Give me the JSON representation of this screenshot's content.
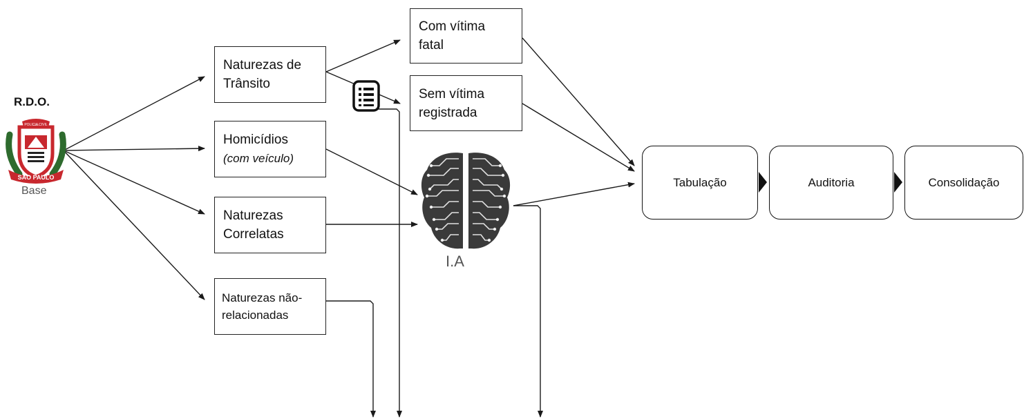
{
  "source": {
    "title": "R.D.O.",
    "caption": "Base",
    "emblem_text": [
      "POLICIA CIVIL",
      "SÃO PAULO"
    ]
  },
  "categories": {
    "transito": [
      "Naturezas de",
      "Trânsito"
    ],
    "homicidios": {
      "line1": "Homicídios",
      "line2": "(com veículo)"
    },
    "correlatas": [
      "Naturezas",
      "Correlatas"
    ],
    "nao_relacionadas": [
      "Naturezas não-",
      "relacionadas"
    ]
  },
  "outcomes": {
    "com_vitima": [
      "Com vítima",
      "fatal"
    ],
    "sem_vitima": [
      "Sem vítima",
      "registrada"
    ]
  },
  "ai": {
    "label": "I.A"
  },
  "pipeline": {
    "tabulacao": "Tabulação",
    "auditoria": "Auditoria",
    "consolidacao": "Consolidação"
  },
  "icons": {
    "document": "list-document-icon",
    "brain": "circuit-brain-icon",
    "emblem": "police-emblem-icon"
  },
  "colors": {
    "line": "#1a1a1a",
    "brain": "#3a3a3a",
    "emblem_red": "#c8282e",
    "emblem_green": "#2e6b2e"
  }
}
